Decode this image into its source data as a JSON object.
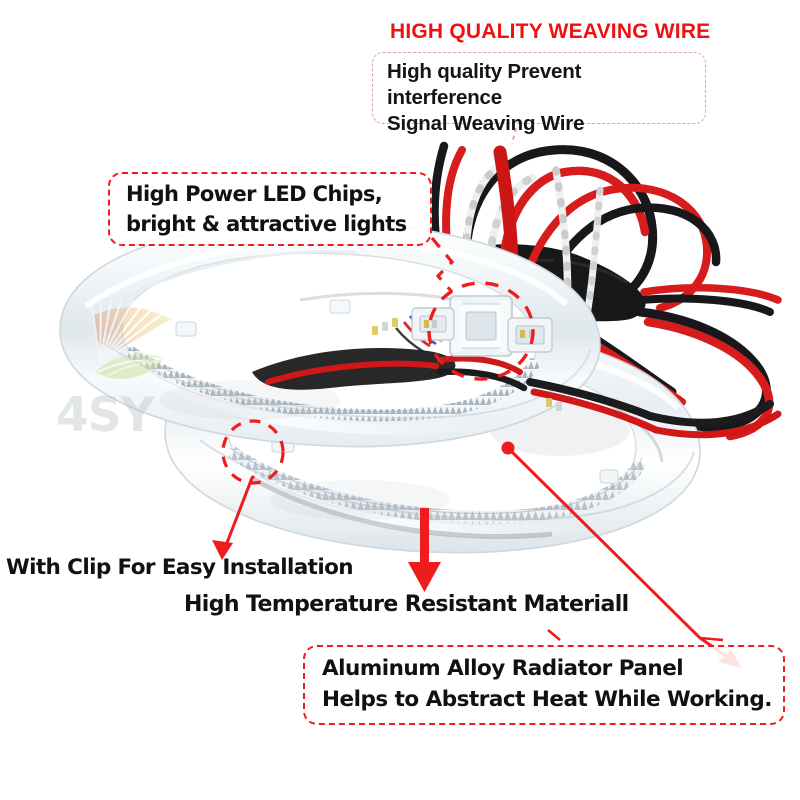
{
  "meta": {
    "background_color": "#ffffff",
    "accent_red": "#ee1c1c",
    "heading_red": "#ee1111",
    "text_black": "#111111",
    "dashed_pink": "#e0a0a8"
  },
  "headings": {
    "wire_heading": "HIGH QUALITY WEAVING WIRE"
  },
  "callouts": {
    "weaving_wire": {
      "line1": "High quality Prevent interference",
      "line2": "Signal Weaving Wire"
    },
    "led_chips": {
      "line1": "High Power LED Chips,",
      "line2": "bright & attractive lights"
    },
    "aluminum": {
      "line1": "Aluminum Alloy Radiator Panel",
      "line2": "Helps to Abstract Heat While Working."
    }
  },
  "labels": {
    "clip": "With Clip For Easy Installation",
    "heat_resistant": "High Temperature Resistant Materiall"
  },
  "watermark": {
    "text": "4SY",
    "sunburst_colors": [
      "#e08a72",
      "#eec27a",
      "#f2dd8e"
    ],
    "leaf_color": "#c7dd8e",
    "text_color": "#b9bfc4"
  },
  "product": {
    "description": "Two clear acrylic LED halo angel eye rings with connector clip and woven power wires",
    "wire_colors": {
      "red": "#d01818",
      "black": "#1a1a1a",
      "white": "#f2f2f2"
    },
    "ring_color": "#e9eef2"
  }
}
